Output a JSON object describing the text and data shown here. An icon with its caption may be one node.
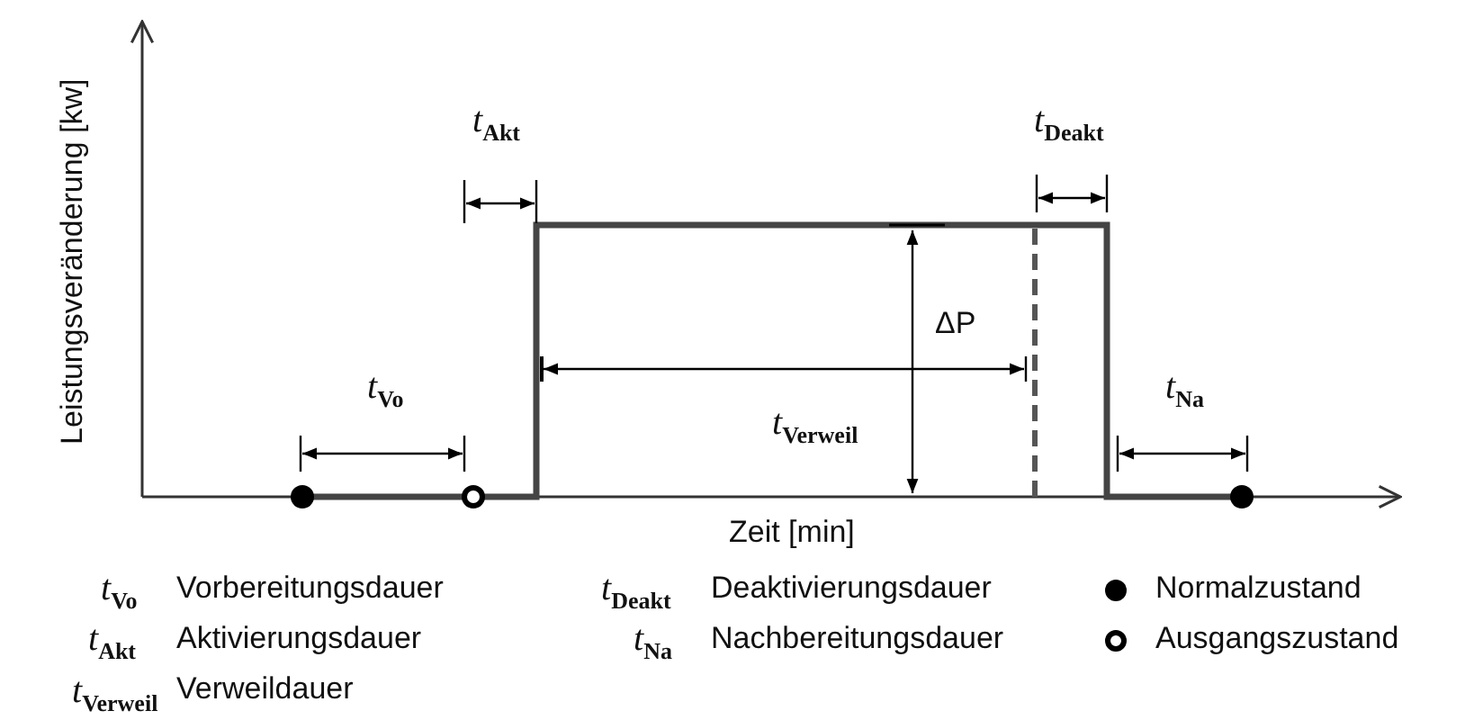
{
  "diagram": {
    "labels": [
      "Leistungsveränderung [kw]",
      "*t*$_{Akt}$",
      "*t*$_{Deakt}$",
      "ΔP",
      "*t*$_{Vo}$",
      "*t*$_{Verweil}$",
      "*t*$_{Na}$",
      "Zeit [min]",
      "*t*$_{Vo}$",
      "Vorbereitungsdauer",
      "*t*$_{Deakt}$",
      "Deaktivierungsdauer",
      "*t*$_{Akt}$",
      "Aktivierungsdauer",
      "*t*$_{Na}$",
      "Nachbereitungsdauer",
      "*t*$_{Verweil}$",
      "Verweildauer"
    ],
    "legend": [
      {
        "text": "Normalzustand"
      },
      {
        "text": "Ausgangszustand"
      }
    ]
  }
}
